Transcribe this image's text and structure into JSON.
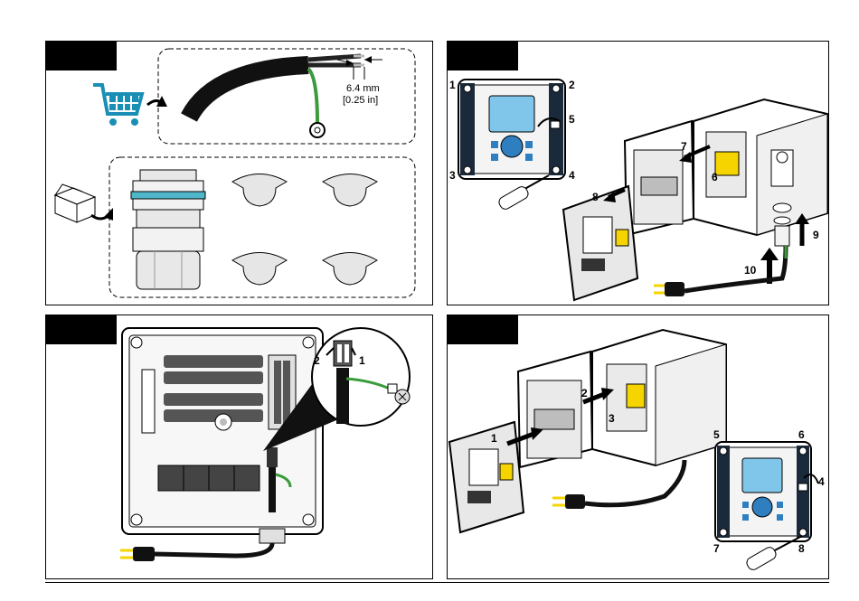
{
  "panels": {
    "p1": {
      "dimension_mm": "6.4 mm",
      "dimension_in": "[0.25 in]",
      "icons": [
        "cart-icon",
        "box-icon"
      ]
    },
    "p2": {
      "callouts": [
        "1",
        "2",
        "3",
        "4",
        "5",
        "6",
        "7",
        "8",
        "9",
        "10"
      ]
    },
    "p3": {
      "callouts": [
        "2",
        "1"
      ]
    },
    "p4": {
      "callouts": [
        "1",
        "2",
        "3",
        "4",
        "5",
        "6",
        "7",
        "8"
      ]
    }
  },
  "colors": {
    "ground_wire": "#3c9b3c",
    "gasket": "#4fb7c9",
    "screen": "#7fc6ea",
    "keypad": "#2f7fc0",
    "warning": "#f5d400"
  }
}
